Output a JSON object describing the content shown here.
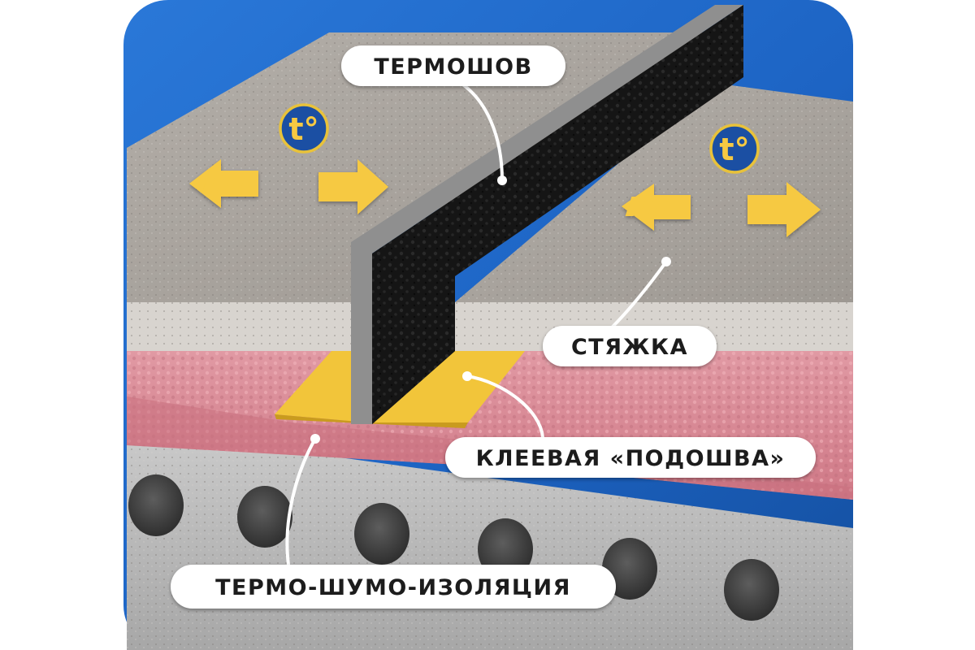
{
  "diagram": {
    "labels": {
      "seam": "ТЕРМОШОВ",
      "screed": "СТЯЖКА",
      "adhesive_base": "КЛЕЕВАЯ «ПОДОШВА»",
      "insulation": "ТЕРМО-ШУМО-ИЗОЛЯЦИЯ"
    },
    "temperature_badge": "t°",
    "icons": {
      "temperature": "thermometer-t-icon",
      "expansion": "double-arrow-icon"
    },
    "colors": {
      "background_blue": "#1d64c4",
      "screed": "#a8a39d",
      "seam_foam": "#141414",
      "adhesive_tape": "#f2c53a",
      "insulation": "#d98792",
      "slab": "#b9b9b9",
      "arrow": "#f6c942",
      "badge": "#1b4fa3"
    }
  }
}
